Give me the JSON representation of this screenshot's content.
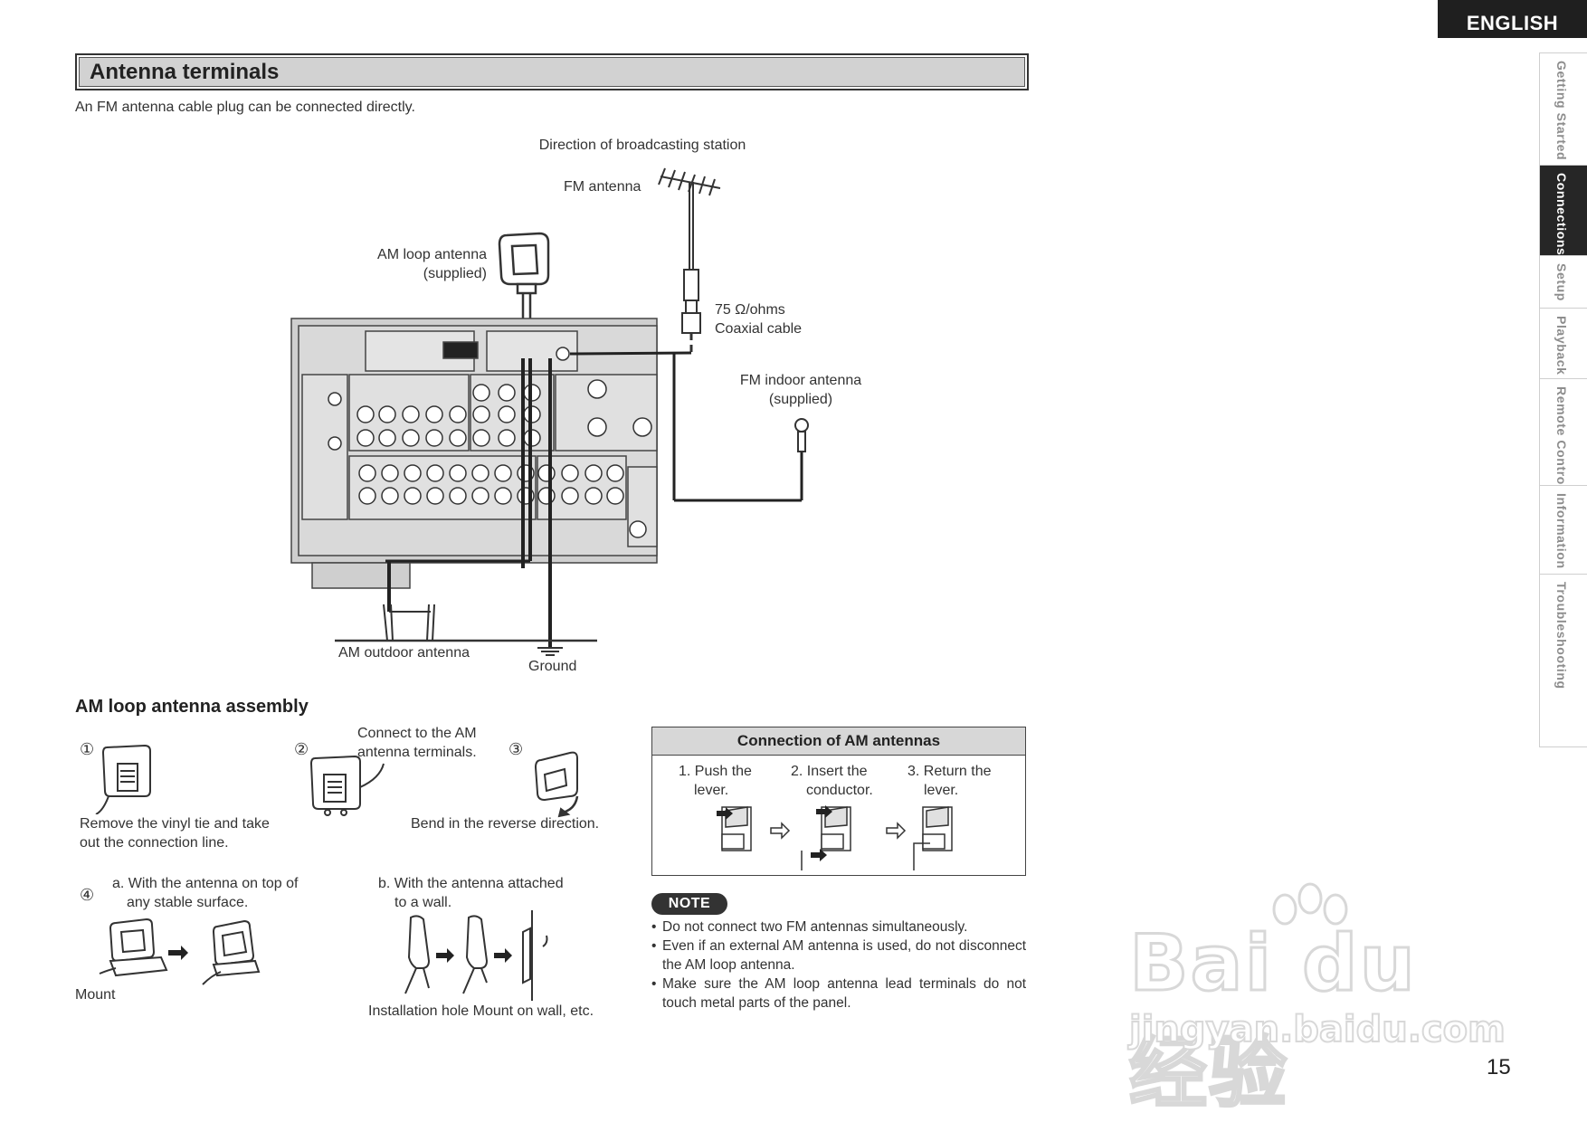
{
  "language_tab": "ENGLISH",
  "side_nav": [
    {
      "label": "Getting Started",
      "active": false
    },
    {
      "label": "Connections",
      "active": true
    },
    {
      "label": "Setup",
      "active": false
    },
    {
      "label": "Playback",
      "active": false
    },
    {
      "label": "Remote Control",
      "active": false
    },
    {
      "label": "Information",
      "active": false
    },
    {
      "label": "Troubleshooting",
      "active": false
    }
  ],
  "section": {
    "title": "Antenna terminals",
    "intro": "An FM antenna cable plug can be connected directly."
  },
  "diagram": {
    "direction_label": "Direction of broadcasting station",
    "fm_antenna": "FM antenna",
    "am_loop_line1": "AM loop antenna",
    "am_loop_line2": "(supplied)",
    "coax_line1": "75 Ω/ohms",
    "coax_line2": "Coaxial cable",
    "fm_indoor_line1": "FM indoor antenna",
    "fm_indoor_line2": "(supplied)",
    "am_outdoor": "AM outdoor antenna",
    "ground": "Ground"
  },
  "assembly": {
    "title": "AM loop antenna assembly",
    "step1_num": "①",
    "step1_line1": "Remove the vinyl tie and take",
    "step1_line2": "out the connection line.",
    "step2_num": "②",
    "step2_line1": "Connect to the AM",
    "step2_line2": "antenna terminals.",
    "step3_num": "③",
    "step3_text": "Bend in the reverse direction.",
    "step4_num": "④",
    "step4a_line1": "a. With the antenna on top of",
    "step4a_line2": "any stable surface.",
    "step4a_caption": "Mount",
    "step4b_line1": "b. With  the  antenna  attached",
    "step4b_line2": "to a wall.",
    "step4b_caption": "Installation hole Mount on wall, etc."
  },
  "connection_box": {
    "title": "Connection of AM antennas",
    "steps": [
      {
        "line1": "1. Push the",
        "line2": "lever."
      },
      {
        "line1": "2. Insert the",
        "line2": "conductor."
      },
      {
        "line1": "3. Return the",
        "line2": "lever."
      }
    ]
  },
  "note": {
    "badge": "NOTE",
    "items": [
      "Do not connect two FM antennas simultaneously.",
      "Even if an external AM antenna is used, do not disconnect the AM loop antenna.",
      "Make sure the AM loop antenna lead terminals do not touch metal parts of the panel."
    ]
  },
  "page_number": "15",
  "watermark": {
    "big": "Bai du 经验",
    "small": "jingyan.baidu.com"
  }
}
